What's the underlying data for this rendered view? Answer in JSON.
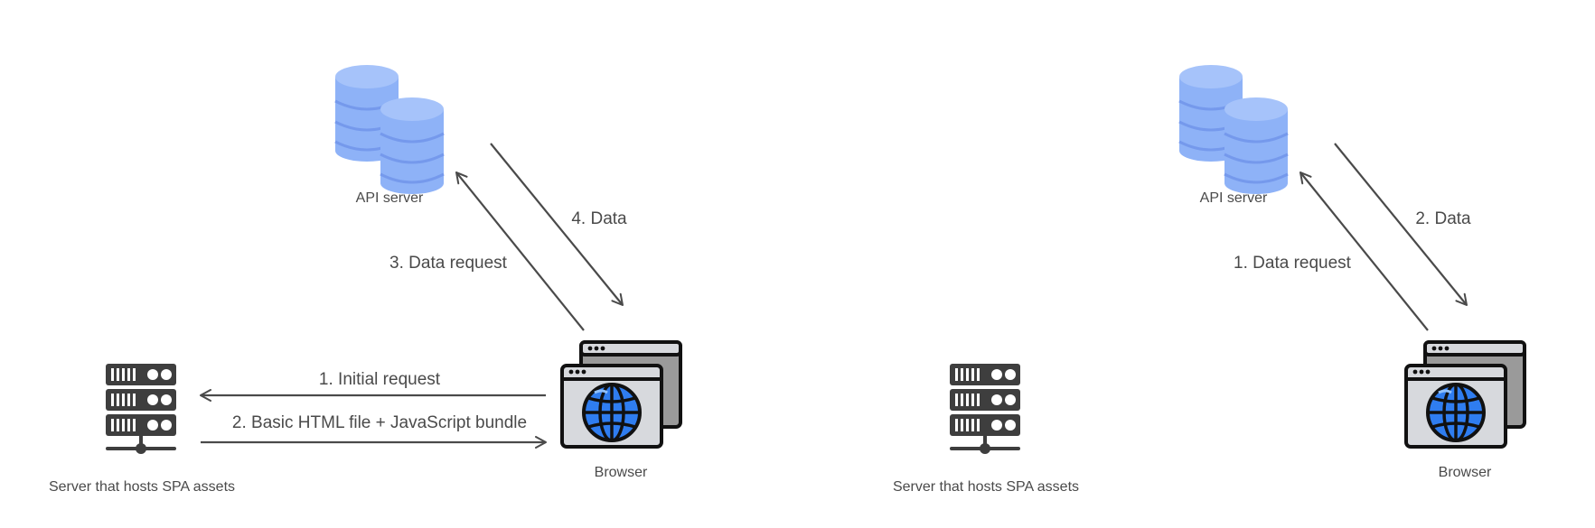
{
  "colors": {
    "db_fill": "#8eb2f7",
    "db_stripe": "#7599ec",
    "server_fill": "#3e3e3e",
    "browser_back": "#9a9a9a",
    "browser_front": "#d7d9dd",
    "browser_outline": "#111111",
    "globe": "#2f7df0",
    "arrow": "#4a4a4a",
    "text": "#4a4a4a"
  },
  "icons": {
    "database": "database-icon",
    "server": "server-rack-icon",
    "browser": "browser-window-globe-icon"
  },
  "diagrams": [
    {
      "nodes": {
        "api_server": "API server",
        "browser": "Browser",
        "spa_server": "Server that hosts SPA assets"
      },
      "edges": {
        "initial_request": "1. Initial request",
        "html_bundle": "2. Basic HTML file + JavaScript bundle",
        "data_request": "3. Data request",
        "data": "4. Data"
      }
    },
    {
      "nodes": {
        "api_server": "API server",
        "browser": "Browser",
        "spa_server": "Server that hosts SPA assets"
      },
      "edges": {
        "data_request": "1. Data request",
        "data": "2. Data"
      }
    }
  ]
}
